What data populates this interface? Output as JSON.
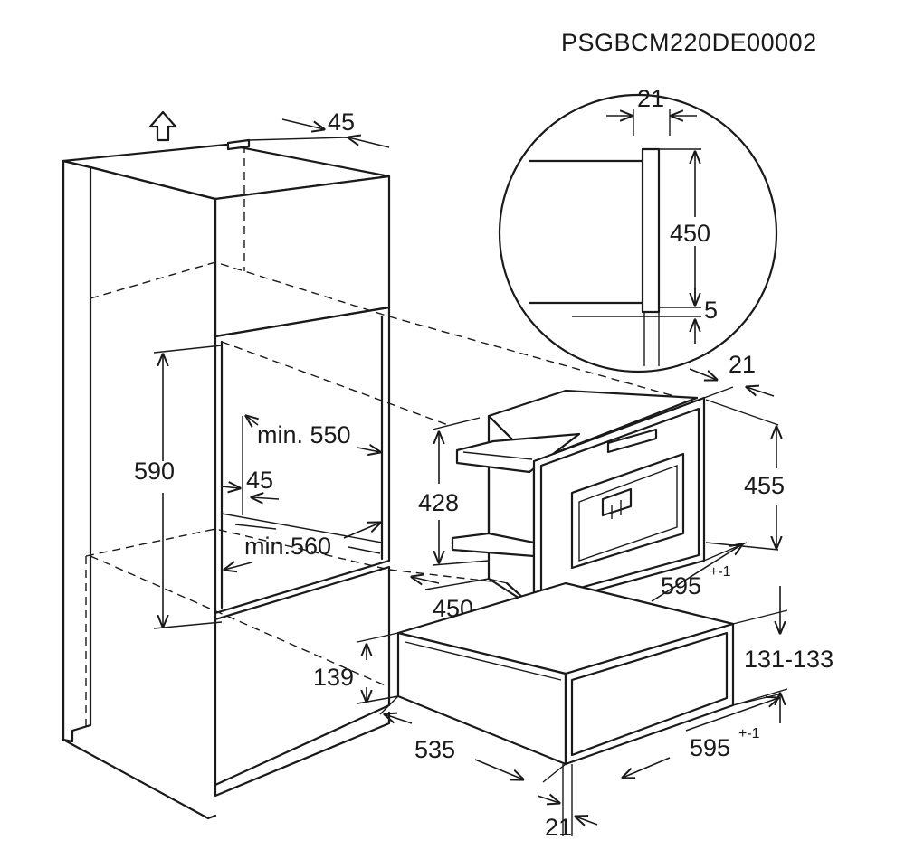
{
  "drawing_code": "PSGBCM220DE00002",
  "dimensions": {
    "top_depth_45": "45",
    "detail_21": "21",
    "detail_450": "450",
    "detail_5": "5",
    "niche_height_590": "590",
    "min_550": "min. 550",
    "gap_45": "45",
    "min_560": "min.560",
    "machine_height_428": "428",
    "machine_depth_450": "450",
    "front_offset_21": "21",
    "front_height_455": "455",
    "width_595": "595",
    "width_595_tolerance": "+-1",
    "drawer_height_131_133": "131-133",
    "drawer_139": "139",
    "drawer_depth_535": "535",
    "drawer_width_595": "595",
    "drawer_width_595_tolerance": "+-1",
    "bottom_21": "21"
  }
}
